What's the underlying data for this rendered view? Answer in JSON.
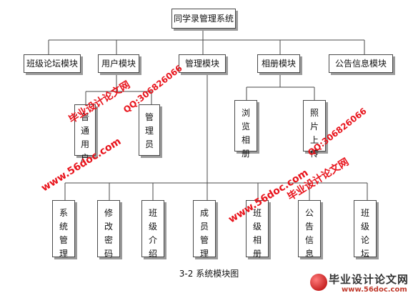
{
  "diagram": {
    "root": "同学录管理系统",
    "modules": [
      "班级论坛模块",
      "用户模块",
      "管理模块",
      "相册模块",
      "公告信息模块"
    ],
    "user_children": [
      "普通用户",
      "管理员"
    ],
    "album_children": [
      "浏览相册",
      "照片上传"
    ],
    "manage_children": [
      "系统管理",
      "修改密码",
      "班级介绍",
      "成员管理",
      "班级相册",
      "公告信息",
      "班级论坛"
    ],
    "line_color": "#4a4a4a",
    "shadow_color": "#9a9a9a"
  },
  "caption": "3-2 系统模块图",
  "watermark": {
    "site": "www.56doc.com",
    "qq": "QQ:306826066",
    "title": "毕业设计论文网",
    "logo_site": "www.56doc.com",
    "color": "#e8131b"
  }
}
